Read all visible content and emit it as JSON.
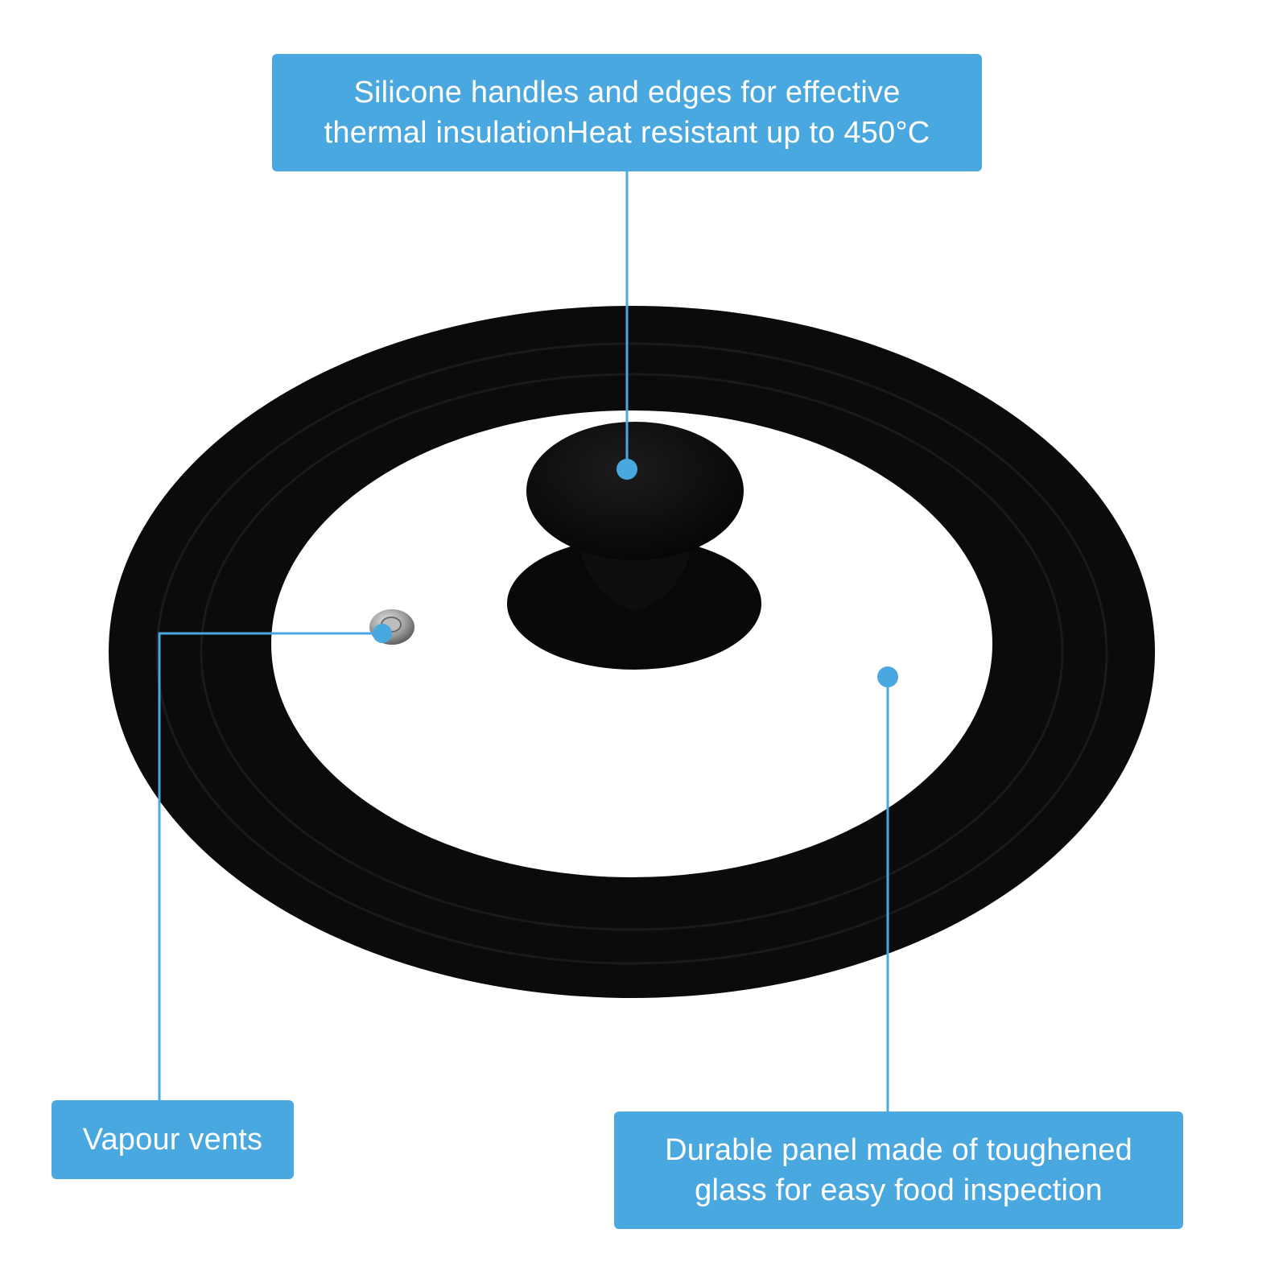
{
  "labels": {
    "handles": {
      "line1": "Silicone handles and edges for effective",
      "line2": "thermal insulationHeat resistant up to 450°C"
    },
    "vents": {
      "text": "Vapour vents"
    },
    "panel": {
      "line1": "Durable panel made of toughened",
      "line2": "glass for easy food inspection"
    }
  },
  "colors": {
    "accent": "#4aa8e0",
    "silicone": "#0b0b0b",
    "glass": "#ffffff",
    "background": "#ffffff"
  },
  "product": {
    "image": "silicone-rimmed-glass-lid"
  }
}
